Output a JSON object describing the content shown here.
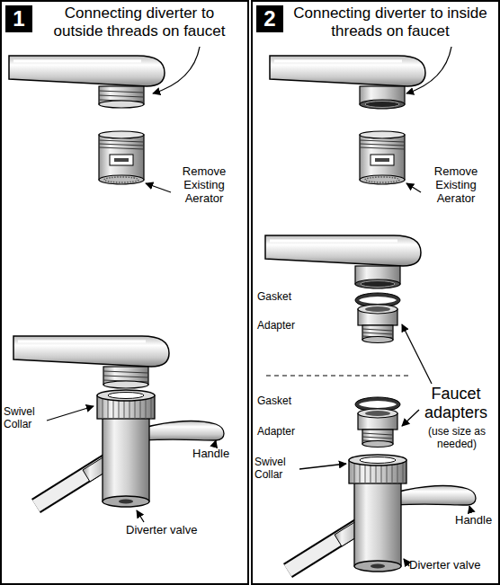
{
  "diagram": {
    "nodes": [
      {
        "text": [
          "Connecting diverter to outside threads on faucet"
        ]
      },
      {
        "text": [
          "1"
        ],
        "in": 0
      },
      {
        "text": [
          "Connecting diverter to inside threads on faucet"
        ]
      },
      {
        "text": [
          "2"
        ],
        "in": 2
      }
    ],
    "labels": [
      "Remove Existing Aerator",
      "Swivel Collar",
      "Handle",
      "Diverter valve",
      "Remove Existing Aerator",
      "Gasket",
      "Adapter",
      "Gasket",
      "Adapter",
      "Faucet adapters",
      "(use size as needed)",
      "Swivel Collar",
      "Handle",
      "Diverter valve"
    ]
  }
}
